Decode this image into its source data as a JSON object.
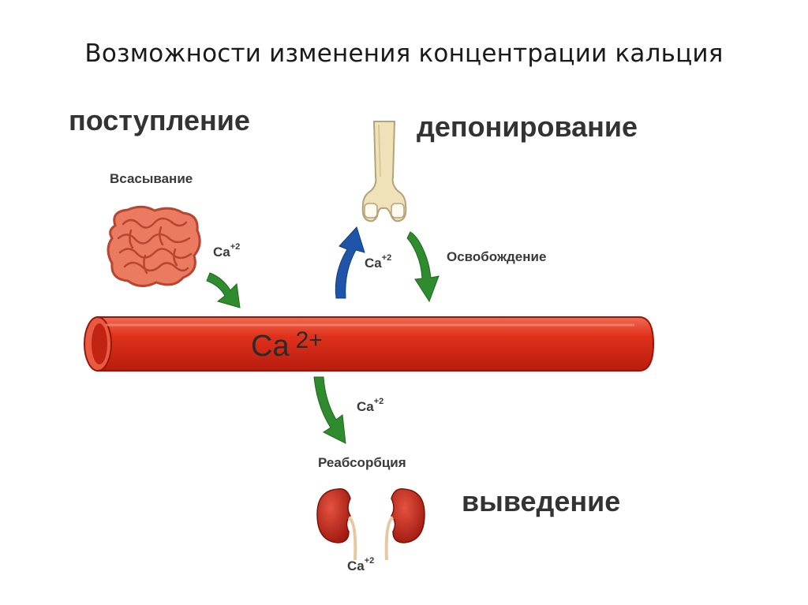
{
  "title": "Возможности изменения концентрации кальция",
  "headings": {
    "intake": "поступление",
    "deposition": "депонирование",
    "excretion": "выведение"
  },
  "process_labels": {
    "absorption": "Всасывание",
    "release": "Освобождение",
    "reabsorption": "Реабсорбция"
  },
  "ion": {
    "symbol": "Ca",
    "charge": "+2",
    "vessel_symbol": "Ca",
    "vessel_charge": "2+"
  },
  "colors": {
    "vessel": "#e0321c",
    "arrow_green": "#2e8b2e",
    "arrow_blue": "#1f55a8",
    "intestine": "#e8735a",
    "bone": "#efe2b8",
    "kidney": "#c8281e"
  },
  "icons": [
    "intestine-icon",
    "bone-icon",
    "kidney-icon"
  ]
}
